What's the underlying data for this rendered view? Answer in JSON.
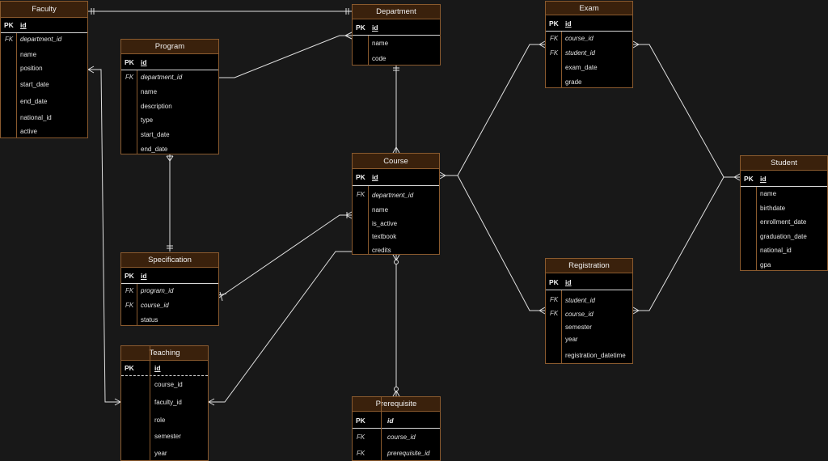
{
  "entities": {
    "faculty": {
      "title": "Faculty",
      "pk": {
        "key": "PK",
        "name": "id"
      },
      "fk_label": "FK",
      "fields": [
        "department_id",
        "name",
        "position",
        "start_date",
        "end_date",
        "national_id",
        "active"
      ]
    },
    "department": {
      "title": "Department",
      "pk": {
        "key": "PK",
        "name": "id"
      },
      "fields": [
        "name",
        "code"
      ]
    },
    "program": {
      "title": "Program",
      "pk": {
        "key": "PK",
        "name": "id"
      },
      "fk_label": "FK",
      "fields": [
        "department_id",
        "name",
        "description",
        "type",
        "start_date",
        "end_date"
      ]
    },
    "exam": {
      "title": "Exam",
      "pk": {
        "key": "PK",
        "name": "id"
      },
      "fk_label": "FK",
      "fields": [
        "course_id",
        "student_id",
        "exam_date",
        "grade"
      ]
    },
    "course": {
      "title": "Course",
      "pk": {
        "key": "PK",
        "name": "id"
      },
      "fk_label": "FK",
      "fields": [
        "department_id",
        "name",
        "is_active",
        "textbook",
        "credits"
      ]
    },
    "student": {
      "title": "Student",
      "pk": {
        "key": "PK",
        "name": "id"
      },
      "fields": [
        "name",
        "birthdate",
        "enrollment_date",
        "graduation_date",
        "national_id",
        "gpa"
      ]
    },
    "specification": {
      "title": "Specification",
      "pk": {
        "key": "PK",
        "name": "id"
      },
      "fk_label": "FK",
      "fields": [
        "program_id",
        "course_id",
        "status"
      ]
    },
    "registration": {
      "title": "Registration",
      "pk": {
        "key": "PK",
        "name": "id"
      },
      "fk_label": "FK",
      "fields": [
        "student_id",
        "course_id",
        "semester",
        "year",
        "registration_datetime"
      ]
    },
    "teaching": {
      "title": "Teaching",
      "pk": {
        "key": "PK",
        "name": "id"
      },
      "fields": [
        "course_id",
        "faculty_id",
        "role",
        "semester",
        "year"
      ]
    },
    "prerequisite": {
      "title": "Prerequisite",
      "pk": {
        "key": "PK",
        "name": "id"
      },
      "fk_label": "FK",
      "fields": [
        "course_id",
        "prerequisite_id"
      ]
    }
  },
  "relationships": [
    {
      "from": "faculty",
      "to": "department",
      "from_end": "one",
      "to_end": "one"
    },
    {
      "from": "program",
      "to": "department",
      "from_end": "none",
      "to_end": "many"
    },
    {
      "from": "department",
      "to": "course",
      "from_end": "one",
      "to_end": "many"
    },
    {
      "from": "program",
      "to": "specification",
      "from_end": "many",
      "to_end": "one"
    },
    {
      "from": "specification",
      "to": "course",
      "from_end": "many",
      "to_end": "many"
    },
    {
      "from": "faculty",
      "to": "teaching",
      "from_end": "many",
      "to_end": "many"
    },
    {
      "from": "teaching",
      "to": "course",
      "from_end": "many",
      "to_end": "none"
    },
    {
      "from": "course",
      "to": "exam",
      "from_end": "many",
      "to_end": "many"
    },
    {
      "from": "course",
      "to": "registration",
      "from_end": "many",
      "to_end": "many"
    },
    {
      "from": "exam",
      "to": "student",
      "from_end": "many",
      "to_end": "many"
    },
    {
      "from": "registration",
      "to": "student",
      "from_end": "many",
      "to_end": "many"
    },
    {
      "from": "course",
      "to": "prerequisite",
      "from_end": "zero-many",
      "to_end": "zero-many"
    }
  ]
}
